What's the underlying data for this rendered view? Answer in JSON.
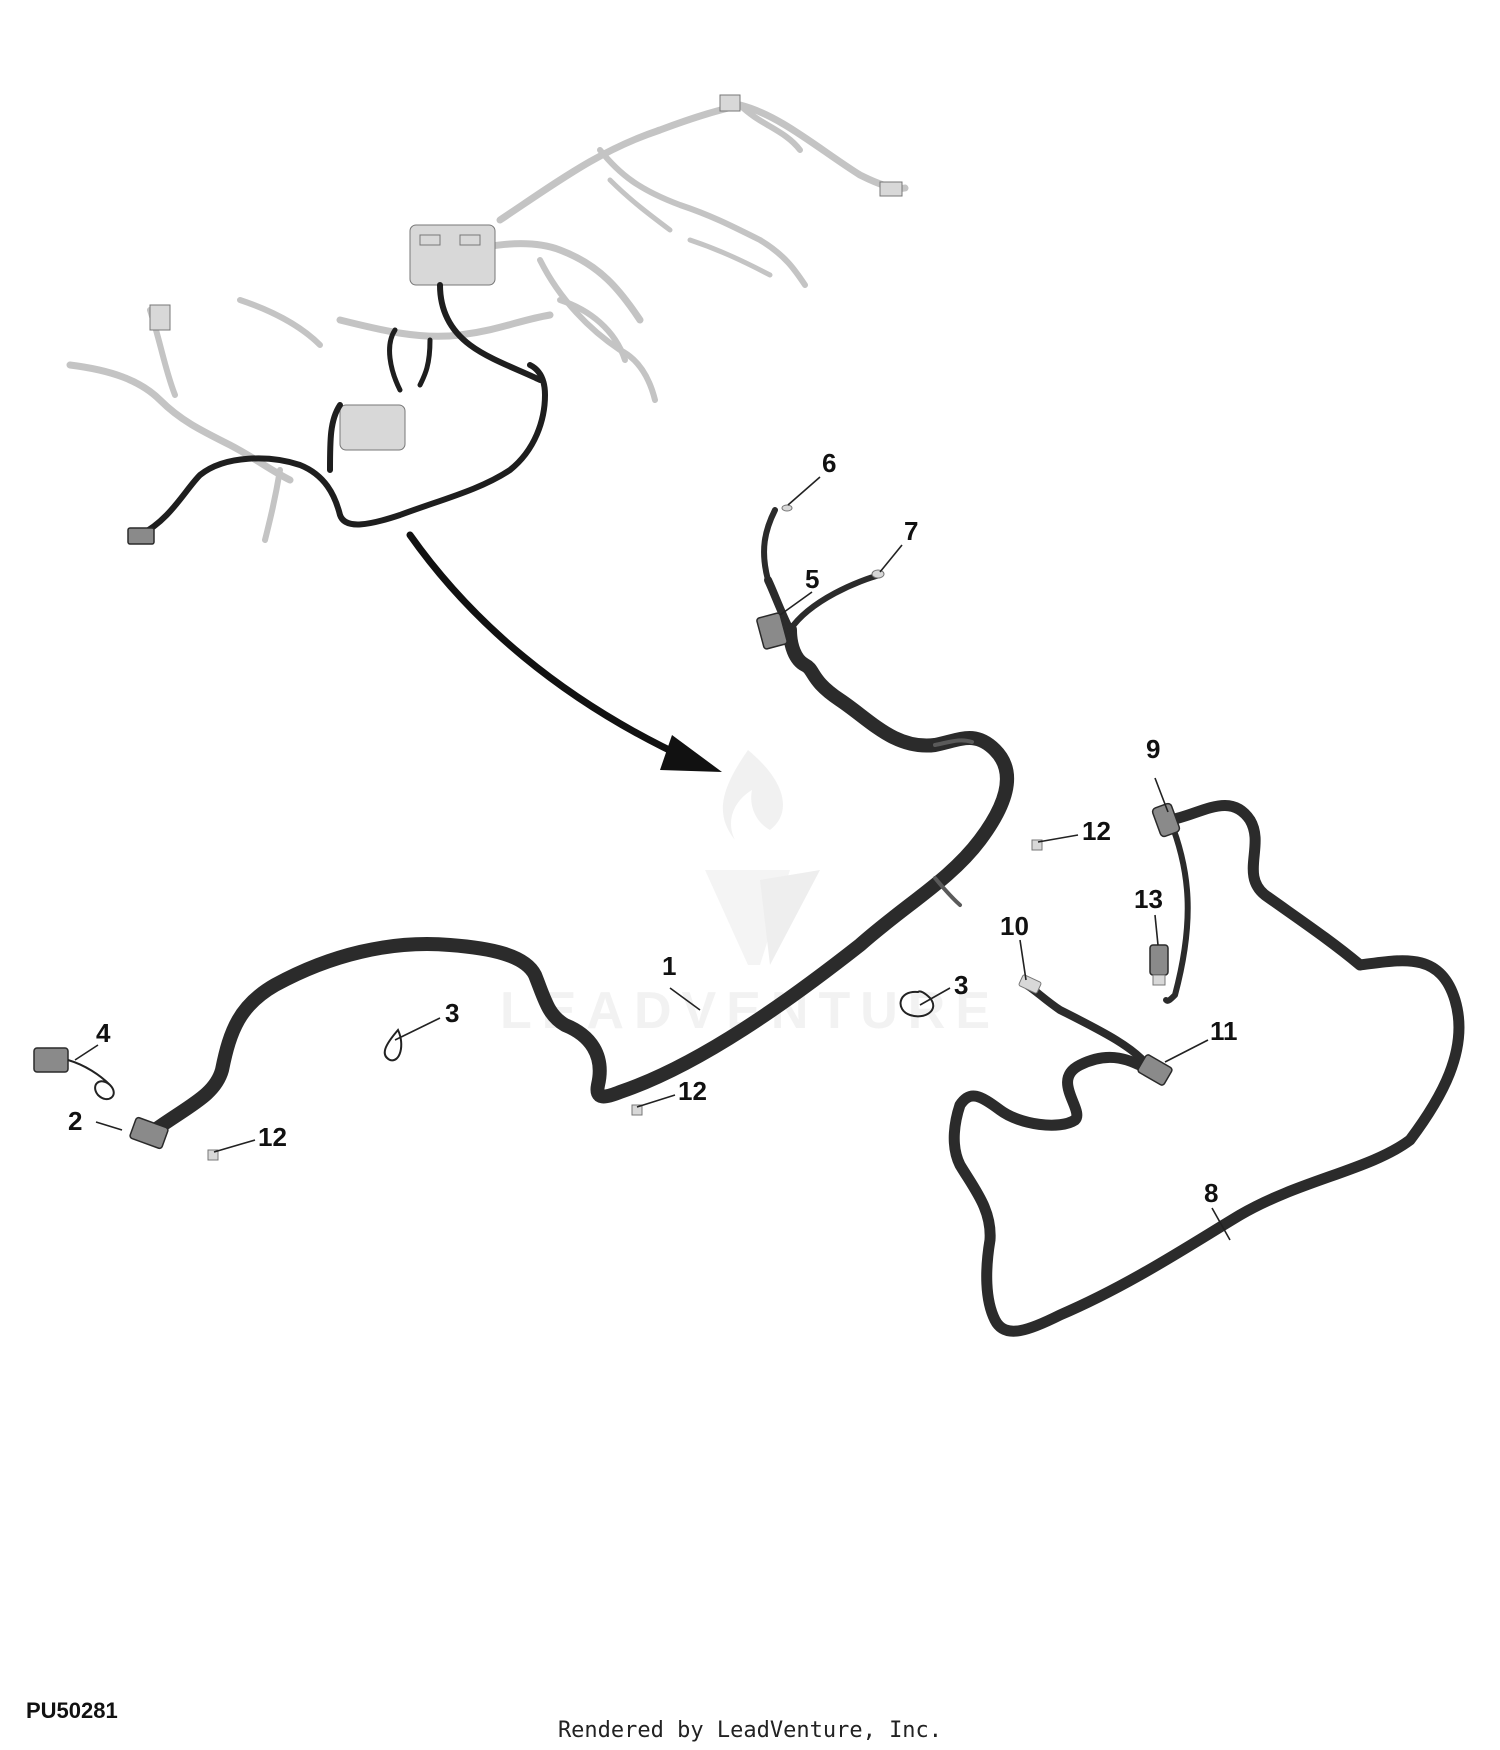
{
  "figure_id": "PU50281",
  "credit": "Rendered by LeadVenture, Inc.",
  "watermark": {
    "text": "LEADVENTURE"
  },
  "callouts": [
    {
      "id": "c1",
      "label": "1"
    },
    {
      "id": "c2",
      "label": "2"
    },
    {
      "id": "c3a",
      "label": "3"
    },
    {
      "id": "c3b",
      "label": "3"
    },
    {
      "id": "c4",
      "label": "4"
    },
    {
      "id": "c5",
      "label": "5"
    },
    {
      "id": "c6",
      "label": "6"
    },
    {
      "id": "c7",
      "label": "7"
    },
    {
      "id": "c8",
      "label": "8"
    },
    {
      "id": "c9",
      "label": "9"
    },
    {
      "id": "c10",
      "label": "10"
    },
    {
      "id": "c11",
      "label": "11"
    },
    {
      "id": "c12a",
      "label": "12"
    },
    {
      "id": "c12b",
      "label": "12"
    },
    {
      "id": "c12c",
      "label": "12"
    },
    {
      "id": "c13",
      "label": "13"
    }
  ],
  "colors": {
    "harness": "#2b2b2b",
    "ghost": "#c4c4c4",
    "watermark": "#e9e9e9"
  }
}
